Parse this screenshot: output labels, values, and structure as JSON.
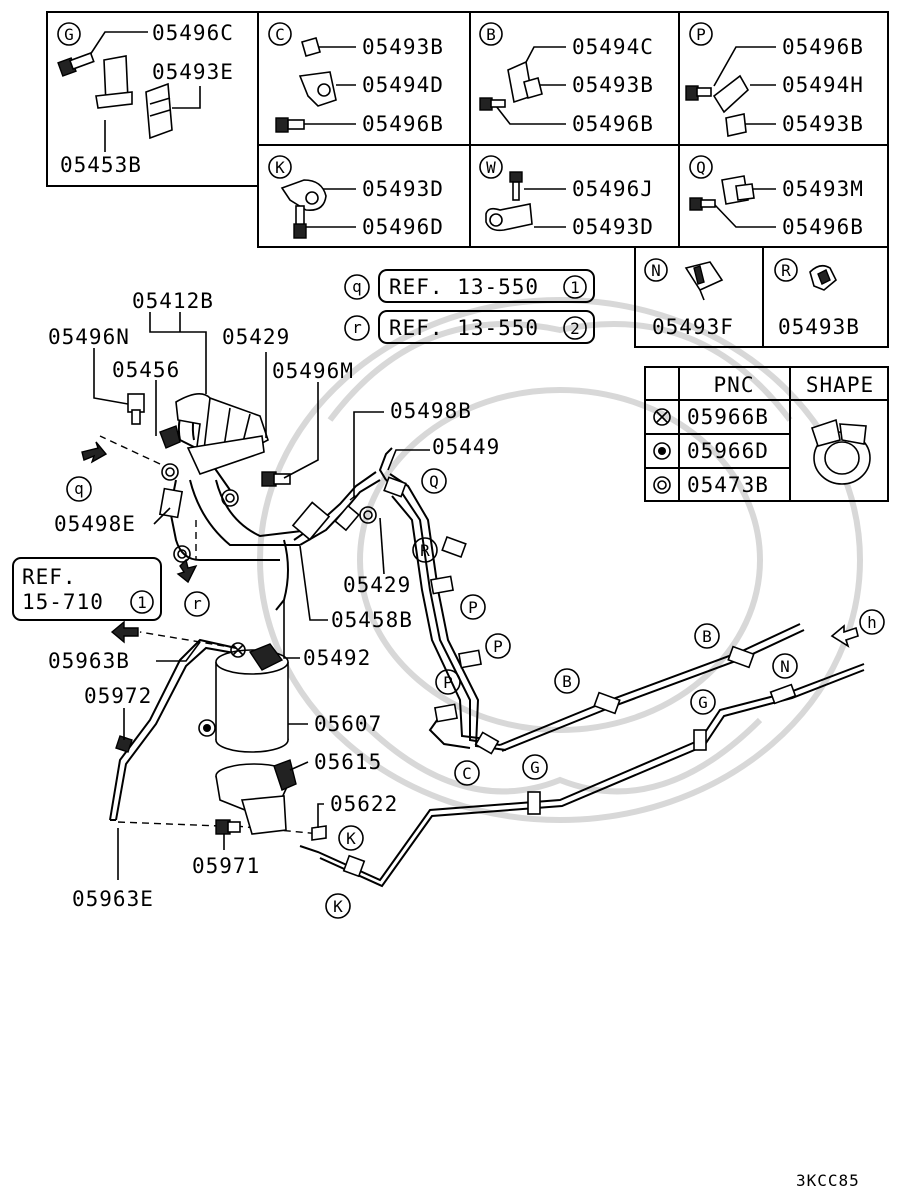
{
  "clip_boxes": [
    {
      "letter": "G",
      "parts": [
        "05496C",
        "05493E",
        "05453B"
      ]
    },
    {
      "letter": "C",
      "parts": [
        "05493B",
        "05494D",
        "05496B"
      ]
    },
    {
      "letter": "B",
      "parts": [
        "05494C",
        "05493B",
        "05496B"
      ]
    },
    {
      "letter": "P",
      "parts": [
        "05496B",
        "05494H",
        "05493B"
      ]
    },
    {
      "letter": "K",
      "parts": [
        "05493D",
        "05496D"
      ]
    },
    {
      "letter": "W",
      "parts": [
        "05496J",
        "05493D"
      ]
    },
    {
      "letter": "Q",
      "parts": [
        "05493M",
        "05496B"
      ]
    },
    {
      "letter": "N",
      "parts": [
        "05493F"
      ]
    },
    {
      "letter": "R",
      "parts": [
        "05493B"
      ]
    }
  ],
  "refs": [
    {
      "letter": "q",
      "text": "REF. 13-550",
      "num": "1"
    },
    {
      "letter": "r",
      "text": "REF. 13-550",
      "num": "2"
    }
  ],
  "ref_15": {
    "line1": "REF.",
    "line2": "15-710",
    "num": "1"
  },
  "legend": {
    "col_pnc": "PNC",
    "col_shape": "SHAPE",
    "rows": [
      {
        "symbol": "cross-circle",
        "pnc": "05966B"
      },
      {
        "symbol": "dot-circle",
        "pnc": "05966D"
      },
      {
        "symbol": "double-circle",
        "pnc": "05473B"
      }
    ]
  },
  "callouts": {
    "c05412B": "05412B",
    "c05496N": "05496N",
    "c05429a": "05429",
    "c05456": "05456",
    "c05496M": "05496M",
    "c05498B": "05498B",
    "c05449": "05449",
    "c05498E": "05498E",
    "c05429b": "05429",
    "c05458B": "05458B",
    "c05492": "05492",
    "c05963B": "05963B",
    "c05972": "05972",
    "c05607": "05607",
    "c05615": "05615",
    "c05622": "05622",
    "c05971": "05971",
    "c05963E": "05963E"
  },
  "markers": {
    "q": "q",
    "r": "r",
    "h": "h",
    "Q": "Q",
    "R": "R",
    "P": "P",
    "B": "B",
    "N": "N",
    "G": "G",
    "C": "C",
    "K": "K"
  },
  "figure_code": "3KCC85"
}
